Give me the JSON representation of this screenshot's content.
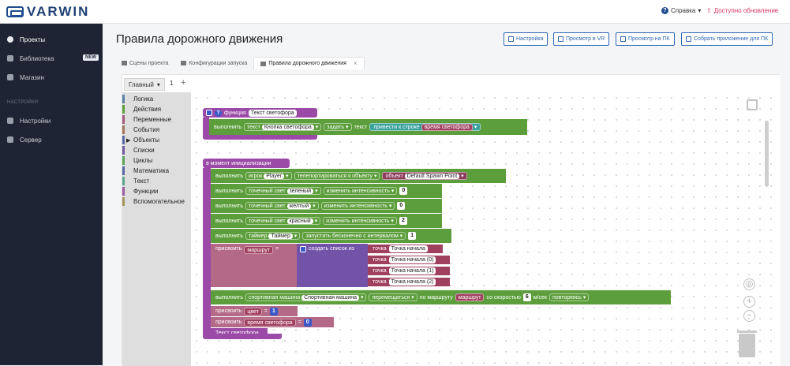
{
  "app": {
    "logo": "VARWIN"
  },
  "header": {
    "help": "Справка",
    "update": "Доступно обновление"
  },
  "sidebar": {
    "items": [
      {
        "label": "Проекты",
        "icon": "globe-icon",
        "active": true
      },
      {
        "label": "Библиотека",
        "icon": "library-icon",
        "badge": "NEW"
      },
      {
        "label": "Магазин",
        "icon": "store-icon"
      },
      {
        "label": "Настройки",
        "icon": "settings-icon"
      },
      {
        "label": "Сервер",
        "icon": "server-icon"
      }
    ],
    "section": "НАСТРОЙКИ"
  },
  "page": {
    "title": "Правила дорожного движения"
  },
  "actions": {
    "settings": "Настройка",
    "view_vr": "Просмотр в VR",
    "view_pc": "Просмотр на ПК",
    "build": "Собрать приложение для ПК"
  },
  "tabs": [
    {
      "label": "Сцены проекта",
      "icon": "scenes-icon"
    },
    {
      "label": "Конфигурации запуска",
      "icon": "gear-icon"
    },
    {
      "label": "Правила дорожного движения",
      "icon": "puzzle-icon",
      "active": true
    }
  ],
  "workspace": {
    "main_tab": "Главный",
    "tab_1": "1",
    "add": "+",
    "categories": [
      {
        "label": "Логика",
        "color": "#5b80a5"
      },
      {
        "label": "Действия",
        "color": "#5c9e3b"
      },
      {
        "label": "Переменные",
        "color": "#a55b80"
      },
      {
        "label": "События",
        "color": "#a5745b"
      },
      {
        "label": "Объекты",
        "color": "#5b67a5",
        "arrow": "▶"
      },
      {
        "label": "Списки",
        "color": "#745ba5"
      },
      {
        "label": "Циклы",
        "color": "#5ba55b"
      },
      {
        "label": "Математика",
        "color": "#5b67a5"
      },
      {
        "label": "Текст",
        "color": "#5ba58c"
      },
      {
        "label": "Функции",
        "color": "#995ba5"
      },
      {
        "label": "Вспомогательное",
        "color": "#a5955b"
      }
    ]
  },
  "blocks": {
    "fn": {
      "word": "функция",
      "name": "Текст светофора",
      "exec": "выполнить",
      "text_lbl": "текст",
      "obj": "Кнопка светофора",
      "action": "задать",
      "param": "текст",
      "concat": "привести к строке",
      "var": "время светофора"
    },
    "init": {
      "header": "в момент инициализации",
      "exec": "выполнить",
      "r1": {
        "kind": "игрок",
        "obj": "Player",
        "action": "телепортироваться к объекту",
        "lbl": "объект",
        "target": "Default Spawn Point"
      },
      "r2": {
        "kind": "точечный свет",
        "obj": "зеленый",
        "action": "изменить интенсивность",
        "value": "0"
      },
      "r3": {
        "kind": "точечный свет",
        "obj": "желтый",
        "action": "изменить интенсивность",
        "value": "0"
      },
      "r4": {
        "kind": "точечный свет",
        "obj": "красный",
        "action": "изменить интенсивность",
        "value": "2"
      },
      "r5": {
        "kind": "таймер",
        "obj": "Таймер",
        "action": "запустить бесконечно с интервалом",
        "value": "1"
      },
      "assign": "присвоить",
      "route": "маршрут",
      "eq": "=",
      "create_list": "создать список из",
      "point_lbl": "точка",
      "points": [
        "Точка начала",
        "Точка начала (0)",
        "Точка начала (1)",
        "Точка начала (2)"
      ],
      "car": {
        "kind": "спортивная машина",
        "obj": "Спортивная машина",
        "action": "перемещаться",
        "by": "по маршруту",
        "route": "маршрут",
        "speed_lbl": "со скоростью",
        "speed": "6",
        "unit": "м/сек",
        "mode": "повторяясь"
      },
      "color_var": "цвет",
      "color_val": "1",
      "time_var": "время светофора",
      "time_val": "0",
      "call": "Текст светофора"
    }
  }
}
